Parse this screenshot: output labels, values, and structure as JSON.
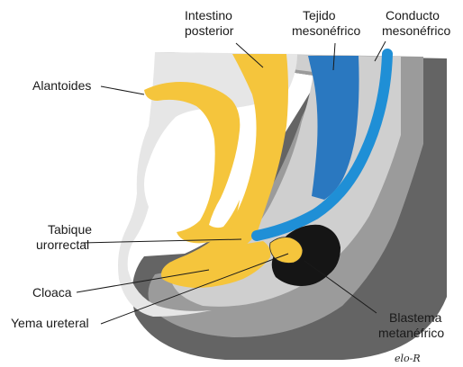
{
  "labels": {
    "intestino_posterior": [
      "Intestino",
      "posterior"
    ],
    "tejido_mesonefrico": [
      "Tejido",
      "mesonéfrico"
    ],
    "conducto_mesonefrico": [
      "Conducto",
      "mesonéfrico"
    ],
    "alantoides": "Alantoides",
    "tabique_urorrectal": [
      "Tabique",
      "urorrectal"
    ],
    "cloaca": "Cloaca",
    "yema_ureteral": "Yema ureteral",
    "blastema_metanefrico": [
      "Blastema",
      "metanéfrico"
    ]
  },
  "signature": "elo-R",
  "colors": {
    "endoderm": "#f5c53c",
    "mesonephric_duct": "#1f8fd6",
    "mesonephric_tissue": "#2a78c0",
    "metanephric_blastema": "#151515",
    "dark_gray": "#646464",
    "mid_gray": "#9b9b9b",
    "light_gray": "#cfcfcf",
    "pale_gray": "#e6e6e6"
  }
}
